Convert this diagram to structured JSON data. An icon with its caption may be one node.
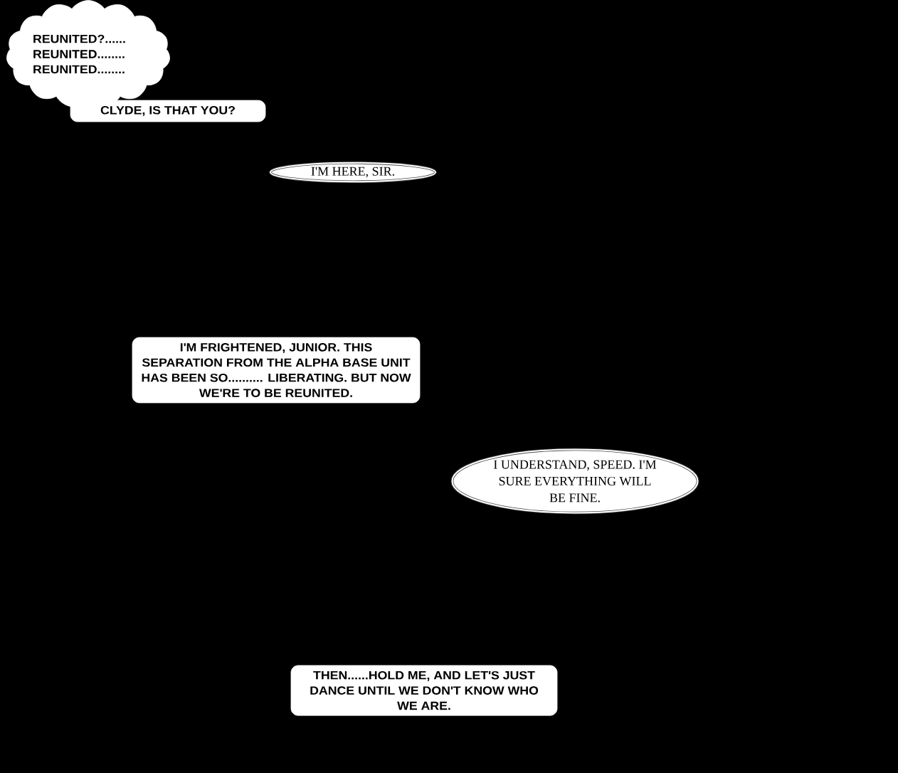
{
  "diagram": {
    "nodes": [
      {
        "text": [
          "REUNITED?...... REUNITED........ REUNITED........"
        ]
      },
      {
        "text": [
          "CLYDE, IS THAT YOU?"
        ]
      },
      {
        "text": [
          "I'M HERE, SIR."
        ]
      },
      {
        "text": [
          "I'M FRIGHTENED, JUNIOR. THIS SEPARATION FROM THE ALPHA BASE UNIT HAS BEEN SO.......... LIBERATING. BUT NOW WE'RE TO BE REUNITED."
        ]
      },
      {
        "text": [
          "I UNDERSTAND, SPEED. I'M SURE EVERYTHING WILL BE FINE."
        ]
      },
      {
        "text": [
          "THEN......HOLD ME, AND LET'S JUST DANCE UNTIL WE DON'T KNOW WHO WE ARE."
        ]
      }
    ]
  }
}
